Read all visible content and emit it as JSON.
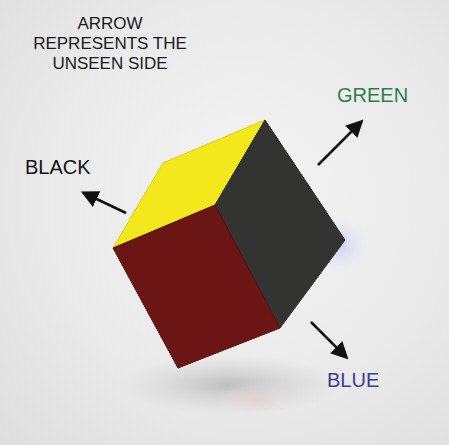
{
  "diagram": {
    "title": "ARROW REPRESENTS THE UNSEEN SIDE",
    "labels": [
      "BLACK",
      "GREEN",
      "BLUE"
    ]
  }
}
